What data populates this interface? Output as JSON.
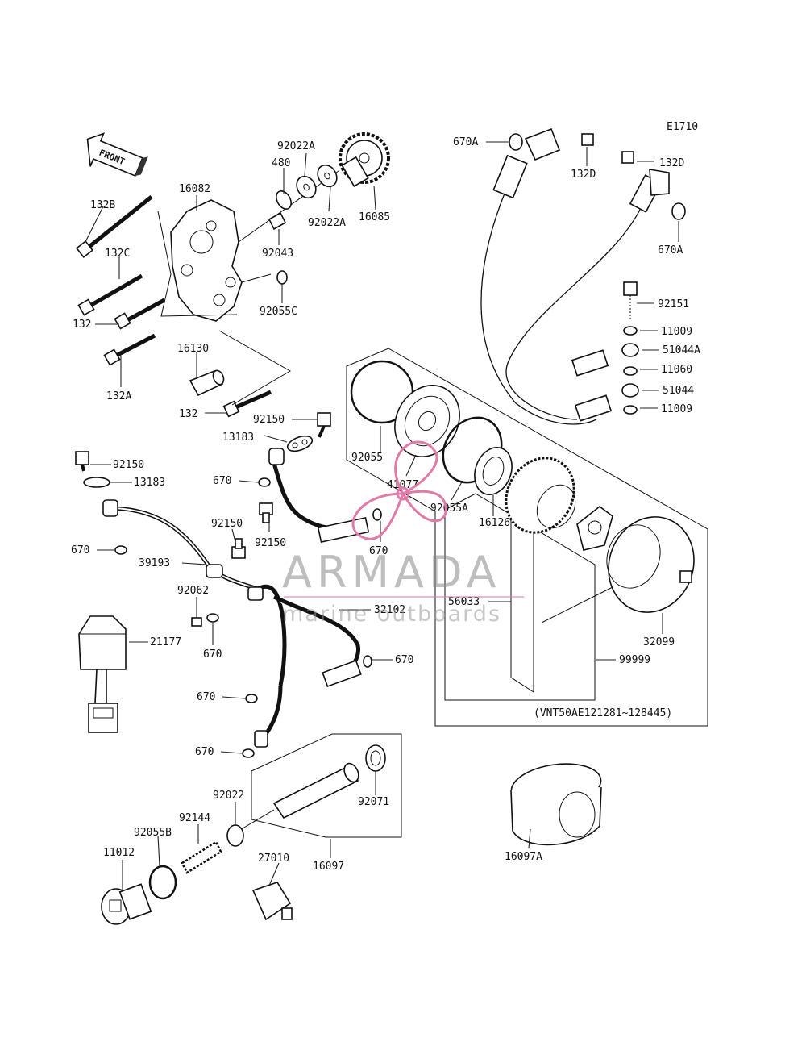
{
  "diagram": {
    "code": "E1710",
    "front_label": "FRONT",
    "range_note": "(VNT50AE121281~128445)"
  },
  "watermark": {
    "brand": "ARMADA",
    "tagline": "marine outboards",
    "accent_color": "#e07aa8"
  },
  "parts": {
    "p92022A_top": "92022A",
    "p480": "480",
    "p16082": "16082",
    "p132B": "132B",
    "p92022A": "92022A",
    "p16085": "16085",
    "p132C": "132C",
    "p92043": "92043",
    "p92055C": "92055C",
    "p132_a": "132",
    "p132A": "132A",
    "p16130": "16130",
    "p132_b": "132",
    "p92150_a": "92150",
    "p13183_a": "13183",
    "p92150_b": "92150",
    "p13183_b": "13183",
    "p670_a": "670",
    "p92150_c": "92150",
    "p92150_d": "92150",
    "p670_b": "670",
    "p39193": "39193",
    "p92062": "92062",
    "p670_c": "670",
    "p32102": "32102",
    "p21177": "21177",
    "p670_d": "670",
    "p670_e": "670",
    "p670_f": "670",
    "p670_g": "670",
    "p92055": "92055",
    "p41077": "41077",
    "p92055A": "92055A",
    "p16126": "16126",
    "p56033": "56033",
    "p32099": "32099",
    "p99999": "99999",
    "p670A_a": "670A",
    "p132D_a": "132D",
    "p132D_b": "132D",
    "p670A_b": "670A",
    "p92151": "92151",
    "p11009_a": "11009",
    "p51044A": "51044A",
    "p11060": "11060",
    "p51044": "51044",
    "p11009_b": "11009",
    "p92022": "92022",
    "p92144": "92144",
    "p92055B": "92055B",
    "p11012": "11012",
    "p92071": "92071",
    "p27010": "27010",
    "p16097": "16097",
    "p16097A": "16097A"
  }
}
